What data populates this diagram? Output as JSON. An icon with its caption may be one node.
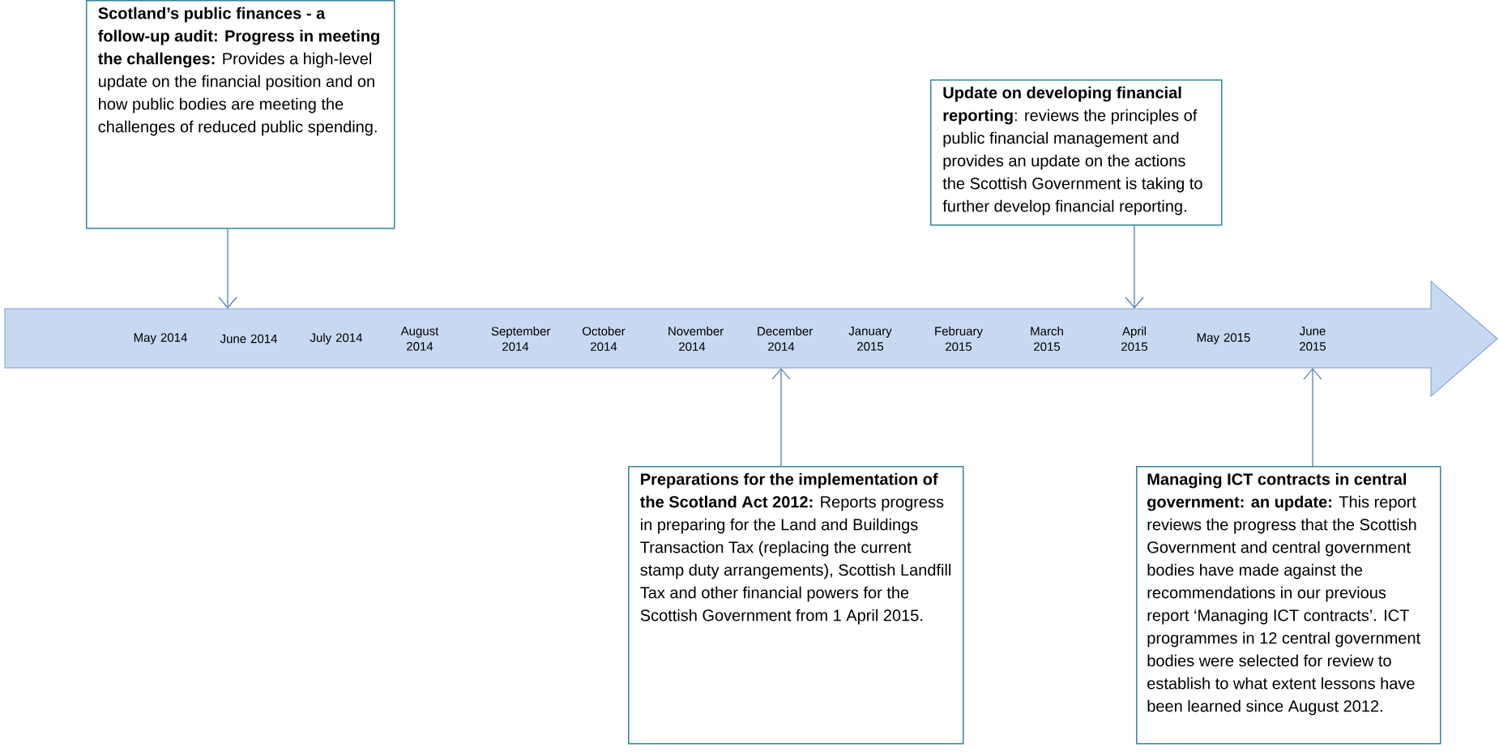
{
  "diagram": {
    "nodes": [
      {
        "text": [
          "**Scotland’s public finances - a follow-up audit: Progress in meeting the challenges:** Provides a high-level update on the financial position and on how public bodies are meeting the challenges of reduced public spending."
        ]
      },
      {
        "text": [
          "**Update on developing financial reporting**: reviews the principles of public financial management and provides an update on the actions the Scottish Government is taking to further develop financial reporting."
        ]
      },
      {
        "text": [
          "May 2014",
          "June 2014",
          "July 2014",
          "August 2014",
          "September 2014",
          "October 2014",
          "November 2014",
          "December 2014",
          "January 2015",
          "February 2015",
          "March 2015",
          "April 2015",
          "May 2015",
          "June 2015"
        ]
      },
      {
        "text": [
          "**Preparations for the implementation of the Scotland Act 2012:** Reports progress in preparing for the Land and Buildings Transaction Tax (replacing the current stamp duty arrangements), Scottish Landfill Tax and other financial powers for the Scottish Government from 1 April 2015."
        ]
      },
      {
        "text": [
          "**Managing ICT contracts in central government: an update:** This report reviews the progress that the Scottish Government and central government bodies have made against the recommendations in our previous report ‘Managing ICT contracts’. ICT programmes in 12 central government bodies were selected for review to establish to what extent lessons have been learned since August 2012."
        ]
      }
    ],
    "edges": [
      {
        "from": 0,
        "to": 2,
        "arrow": "to"
      },
      {
        "from": 1,
        "to": 2,
        "arrow": "to"
      },
      {
        "from": 3,
        "to": 2,
        "arrow": "to"
      },
      {
        "from": 4,
        "to": 2,
        "arrow": "to"
      }
    ]
  }
}
